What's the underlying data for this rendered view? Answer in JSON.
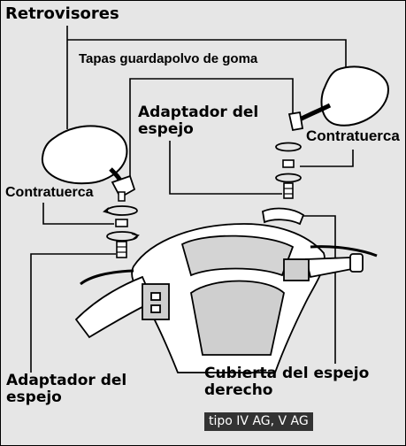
{
  "labels": {
    "retrovisores": "Retrovisores",
    "tapas": "Tapas guardapolvo de goma",
    "adaptador_top": "Adaptador del\nespejo",
    "contratuerca_right": "Contratuerca",
    "contratuerca_left": "Contratuerca",
    "adaptador_bottom": "Adaptador del\nespejo",
    "cubierta": "Cubierta del espejo\nderecho",
    "tipo": "tipo IV AG, V AG"
  },
  "colors": {
    "background": "#e6e6e6",
    "ink": "#000000",
    "tag_background": "#333333",
    "tag_text": "#ffffff"
  }
}
